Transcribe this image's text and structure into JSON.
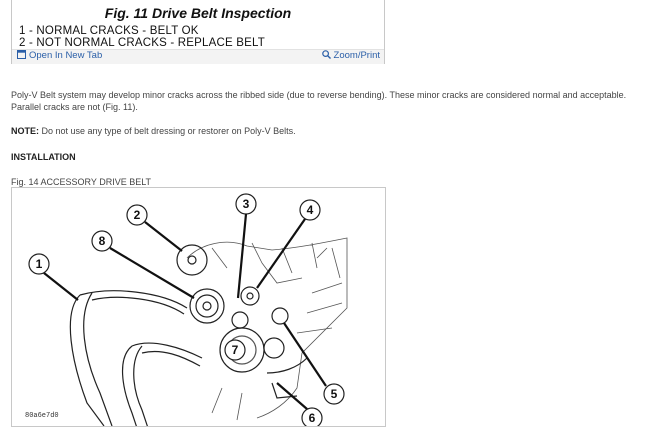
{
  "figure11": {
    "title": "Fig. 11 Drive Belt Inspection",
    "legend": [
      "1 - NORMAL CRACKS - BELT OK",
      "2 - NOT NORMAL CRACKS - REPLACE BELT"
    ],
    "open_tab_label": "Open In New Tab",
    "zoom_label": "Zoom/Print"
  },
  "body": {
    "paragraph1": "Poly-V Belt system may develop minor cracks across the ribbed side (due to reverse bending). These minor cracks are considered normal and acceptable. Parallel cracks are not (Fig. 11).",
    "note_label": "NOTE:",
    "note_text": "Do not use any type of belt dressing or restorer on Poly-V Belts.",
    "heading": "INSTALLATION",
    "figure_caption": "Fig. 14 ACCESSORY DRIVE BELT"
  },
  "figure14": {
    "callouts": [
      "1",
      "2",
      "3",
      "4",
      "5",
      "6",
      "7",
      "8"
    ],
    "image_code": "80a6e7d0"
  }
}
